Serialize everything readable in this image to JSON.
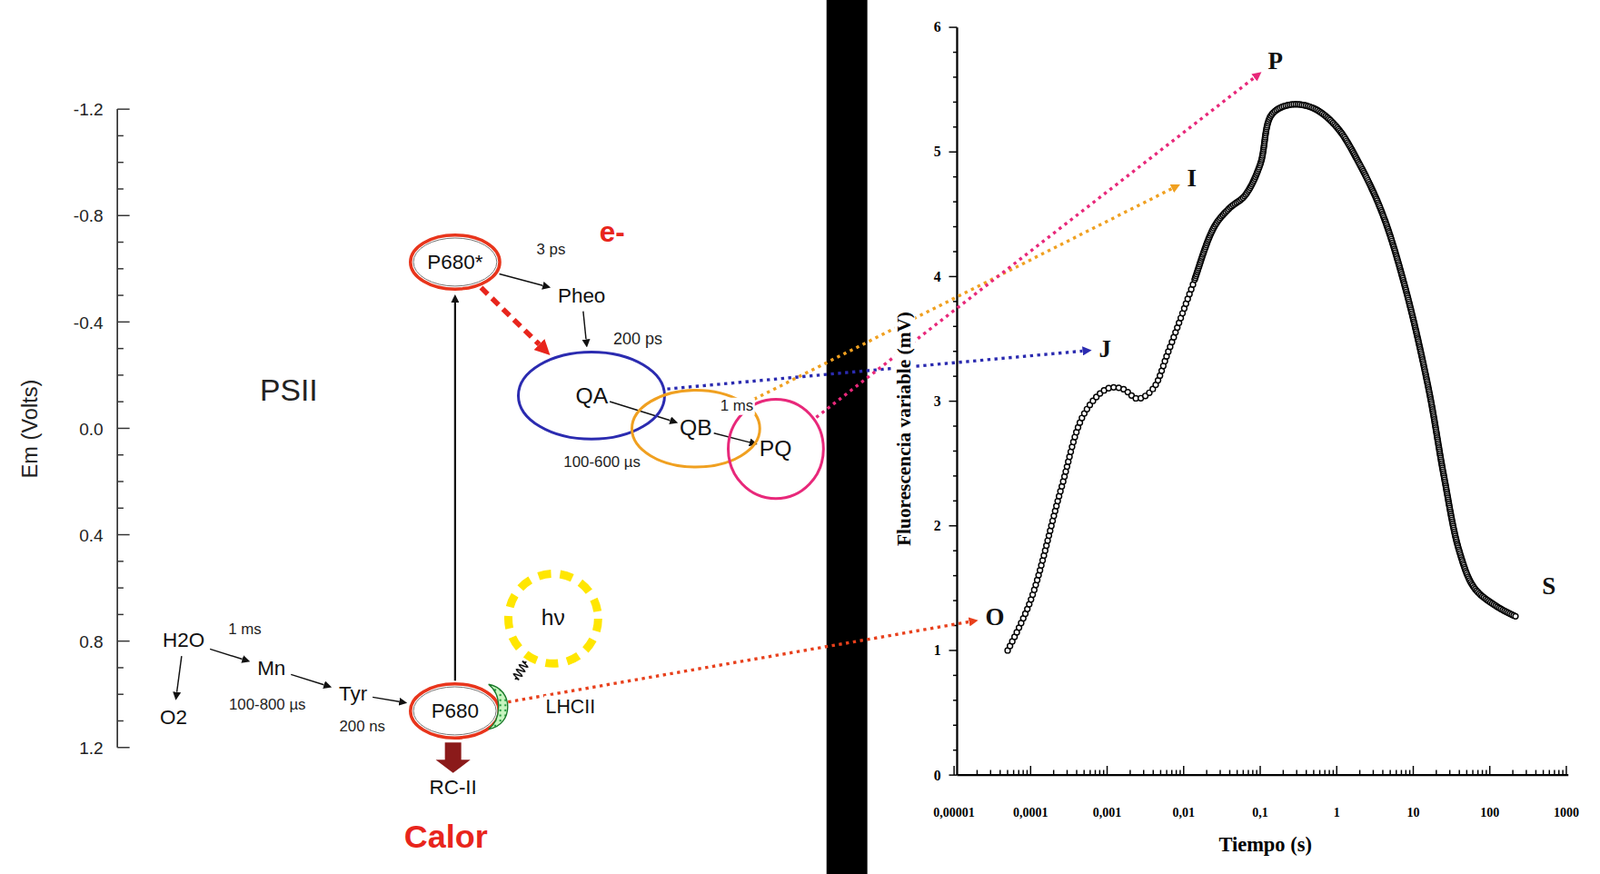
{
  "diagram": {
    "nodes": [
      {
        "text": [
          "P680*"
        ]
      },
      {
        "text": [
          "Pheo"
        ]
      },
      {
        "text": [
          "QA"
        ]
      },
      {
        "text": [
          "QB"
        ]
      },
      {
        "text": [
          "PQ"
        ]
      },
      {
        "text": [
          "H2O"
        ]
      },
      {
        "text": [
          "O2"
        ]
      },
      {
        "text": [
          "Mn"
        ]
      },
      {
        "text": [
          "Tyr"
        ]
      },
      {
        "text": [
          "P680"
        ]
      },
      {
        "text": [
          "LHCII"
        ]
      },
      {
        "text": [
          "hν"
        ]
      },
      {
        "text": [
          "O"
        ]
      },
      {
        "text": [
          "J"
        ]
      },
      {
        "text": [
          "I"
        ]
      },
      {
        "text": [
          "P"
        ]
      },
      {
        "text": [
          "S"
        ]
      }
    ],
    "edges": [
      {
        "from": 9,
        "to": 0,
        "arrow": "to"
      },
      {
        "from": 0,
        "to": 1,
        "arrow": "to"
      },
      {
        "from": 0,
        "to": 2,
        "arrow": "to"
      },
      {
        "from": 1,
        "to": 2,
        "arrow": "to"
      },
      {
        "from": 2,
        "to": 3,
        "arrow": "to"
      },
      {
        "from": 3,
        "to": 4,
        "arrow": "to"
      },
      {
        "from": 5,
        "to": 7,
        "arrow": "to"
      },
      {
        "from": 5,
        "to": 6,
        "arrow": "to"
      },
      {
        "from": 7,
        "to": 8,
        "arrow": "to"
      },
      {
        "from": 8,
        "to": 9,
        "arrow": "to"
      },
      {
        "from": 11,
        "to": 10,
        "arrow": "none"
      },
      {
        "from": 2,
        "to": 13,
        "arrow": "to"
      },
      {
        "from": 3,
        "to": 14,
        "arrow": "to"
      },
      {
        "from": 4,
        "to": 15,
        "arrow": "to"
      },
      {
        "from": 9,
        "to": 12,
        "arrow": "to"
      }
    ],
    "labels": [
      "PSII",
      "Em (Volts)",
      "-1.2",
      "-0.8",
      "-0.4",
      "0.0",
      "0.4",
      "0.8",
      "1.2",
      "3 ps",
      "e-",
      "200 ps",
      "100-600 µs",
      "1 ms",
      "1 ms",
      "100-800 µs",
      "200 ns",
      "RC-II",
      "Calor",
      "Fluorescencia variable (mV)",
      "Tiempo (s)",
      "0",
      "1",
      "2",
      "3",
      "4",
      "5",
      "6",
      "0,00001",
      "0,0001",
      "0,001",
      "0,01",
      "0,1",
      "1",
      "10",
      "100",
      "1000"
    ]
  }
}
